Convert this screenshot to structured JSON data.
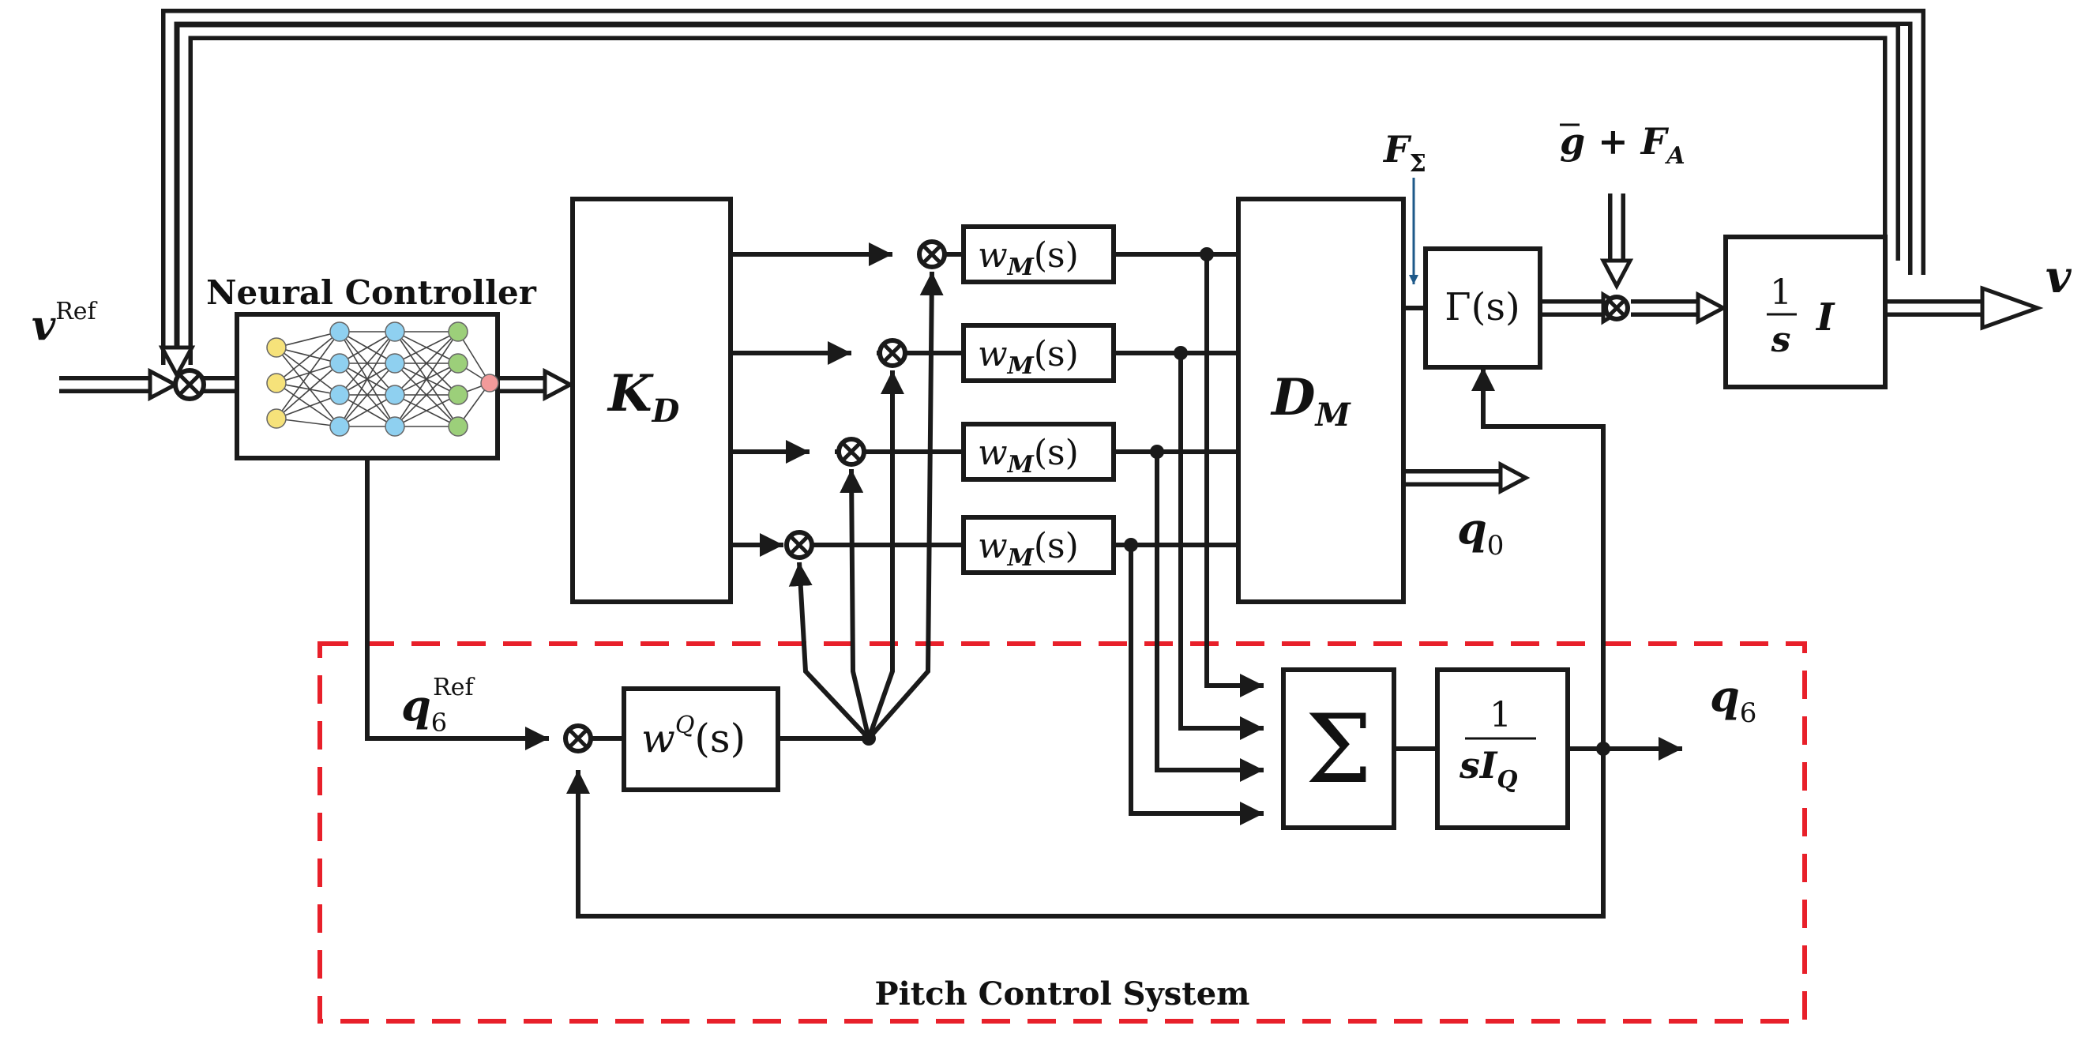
{
  "labels": {
    "v_ref_main": "v",
    "v_ref_sup": "Ref",
    "neural_controller": "Neural Controller",
    "kd_main": "K",
    "kd_sub": "D",
    "wm_main": "w",
    "wm_sub": "M",
    "wm_arg": "(s)",
    "dm_main": "D",
    "dm_sub": "M",
    "f_sigma_main": "F",
    "f_sigma_sub": "Σ",
    "g_fa": "g + F",
    "g_fa_sub": "A",
    "gamma": "Γ(s)",
    "integrator_num": "1",
    "integrator_den": "s",
    "integrator_var": "I",
    "v_out": "v",
    "q0_main": "q",
    "q0_sub": "0",
    "q6ref_main": "q",
    "q6ref_sub": "6",
    "q6ref_sup": "Ref",
    "wq_main": "w",
    "wq_sup": "Q",
    "wq_arg": "(s)",
    "sigma": "Σ",
    "siq_num": "1",
    "siq_den": "sI",
    "siq_sub": "Q",
    "q6_main": "q",
    "q6_sub": "6",
    "pitch_system": "Pitch Control System"
  },
  "colors": {
    "line": "#1a1a1a",
    "dashed_border": "#e8202a",
    "force_arrow": "#1f5a8a",
    "nn_yellow": "#f6e27a",
    "nn_blue": "#8fd0f0",
    "nn_green": "#9ccf7a",
    "nn_red": "#f29a9a"
  }
}
